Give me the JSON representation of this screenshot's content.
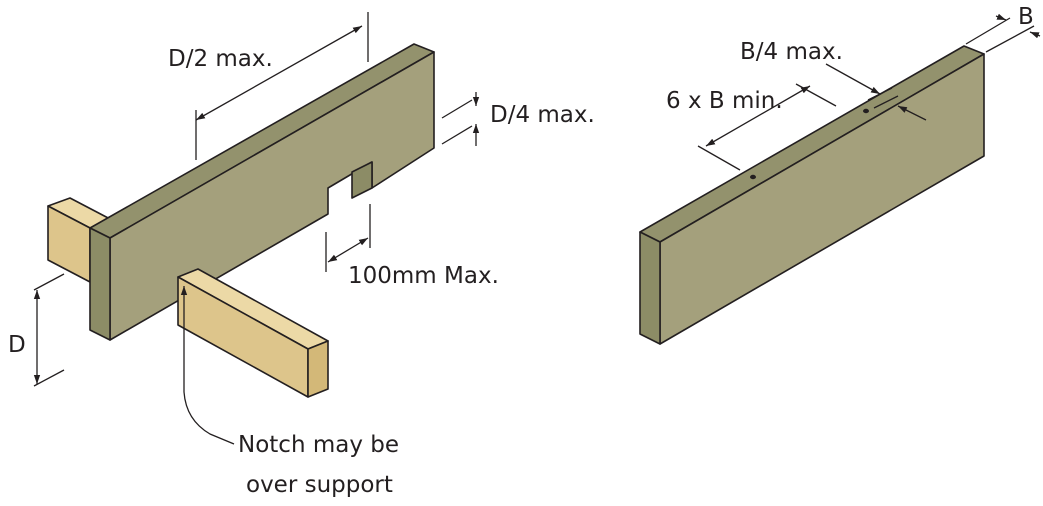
{
  "colors": {
    "beam_front": "#a4a07c",
    "beam_top": "#93926d",
    "beam_end": "#8c8c66",
    "support_side": "#ddc58b",
    "support_top": "#ecd9a6",
    "support_end": "#d3b878",
    "line": "#231f20"
  },
  "left_figure": {
    "label_notch_length": "D/2 max.",
    "label_notch_depth": "D/4 max.",
    "label_notch_width": "100mm Max.",
    "label_depth": "D",
    "note_line1": "Notch may be",
    "note_line2": "over support"
  },
  "right_figure": {
    "label_hole_diameter": "B/4 max.",
    "label_hole_spacing": "6 x B min.",
    "label_breadth": "B"
  }
}
